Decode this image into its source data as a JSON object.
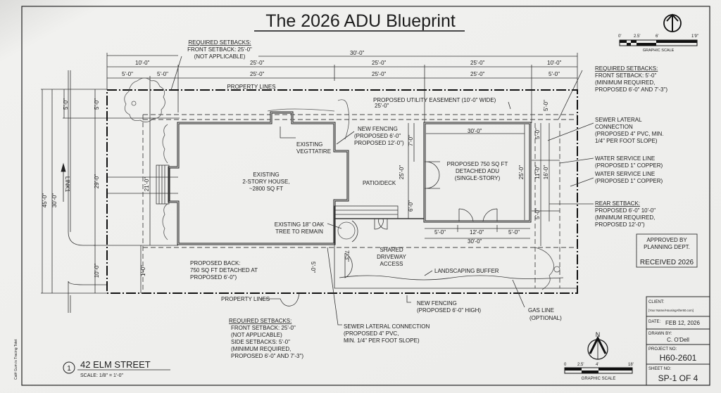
{
  "title": "The 2026 ADU Blueprint",
  "dimensions": {
    "overall_top": "30'-0\"",
    "top_row1": [
      "10'-0\"",
      "25'-0\"",
      "25'-0\"",
      "25'-0\"",
      "10'-0\""
    ],
    "top_row2": [
      "5'-0\"",
      "5'-0\"",
      "25'-0\"",
      "25'-0\"",
      "25'-0\"",
      "5'-0\""
    ],
    "left": [
      "45'-0\"",
      "30'-0\"",
      "5'-0\"",
      "5'-0\"",
      "29'-0\"",
      "10'-0\"",
      "21'-0\"",
      "1'-0\""
    ],
    "street_label": "LINK1",
    "easement": "25'-0\"",
    "adu_top": "30'-0\"",
    "adu_right": "25'-0\"",
    "adu_bottom": [
      "5'-0\"",
      "12'-0\"",
      "5'-0\""
    ],
    "adu_bottom_total": "30'-0\"",
    "adu_side_left": [
      "7'-0\"",
      "25'-0\"",
      "6'-0\""
    ],
    "adu_side_right": [
      "5'-0\"",
      "11'-0\"",
      "16'-0\"",
      "5'-0\"",
      "5'-0\""
    ],
    "patio": [
      "7'-3\"",
      "5'-0\""
    ]
  },
  "notes": {
    "setbacks_top": [
      "REQUIRED SETBACKS:",
      "FRONT SETBACK: 25'-0\"",
      "(NOT APPLICABLE)"
    ],
    "property_lines_top": "PROPERTY LINES",
    "utility_easement": "PROPOSED UTILITY EASEMENT (10'-0\" WIDE)",
    "setbacks_right": [
      "REQUIRED SETBACKS:",
      "FRONT SETBACK: 5'-0\"",
      "(MINIMUM REQUIRED,",
      "PROPOSED 6'-0\" AND 7'-3\")"
    ],
    "sewer_right": [
      "SEWER LATERAL",
      "CONNECTION",
      "(PROPOSED 4\" PVC, MIN.",
      "1/4\" PER FOOT SLOPE)"
    ],
    "water_1": [
      "WATER SERVICE LINE",
      "(PROPOSED 1\" COPPER)"
    ],
    "water_2": [
      "WATER SERVICE LINE",
      "(PROPOSED 1\" COPPER)"
    ],
    "rear_setback": [
      "REAR SETBACK:",
      "PROPOSED 6'-0\" 10'-0\"",
      "(MINIMUM REQUIRED,",
      "PROPOSED 12'-0\")"
    ],
    "house": [
      "EXISTING",
      "2-STORY HOUSE,",
      "~2800 SQ FT"
    ],
    "vegetation": [
      "EXISTING",
      "VEGTTATIRE"
    ],
    "new_fencing_top": [
      "NEW FENCING",
      "(PROPOSED 6'-0\"",
      "PROPOSED 12'-0\")"
    ],
    "patio": "PATIO/DECK",
    "oak": [
      "EXISTING 18\" OAK",
      "TREE TO REMAIN"
    ],
    "adu": [
      "PROPOSED 750 SQ FT",
      "DETACHED ADU",
      "(SINGLE-STORY)"
    ],
    "driveway": [
      "SHARED",
      "DRIVEWAY",
      "ACCESS"
    ],
    "landscaping": "LANDSCAPING BUFFER",
    "proposed_back": [
      "PROPOSED BACK:",
      "750 SQ FT DETACHED AT",
      "PROPOSED 6'-0\")"
    ],
    "property_lines_bottom": "PROPERTY LINES",
    "new_fencing_bottom": [
      "NEW FENCING",
      "(PROPOSED 6'-0\" HIGH)"
    ],
    "gas_line": [
      "GAS LINE",
      "(OPTIONAL)"
    ],
    "sewer_bottom": [
      "SEWER LATERAL CONNECTION",
      "(PROPOSED 4\" PVC,",
      "MIN. 1/4\" PER FOOT SLOPE)"
    ],
    "setbacks_bottom": [
      "REQUIRED SETBACKS:",
      "FRONT SETBACK: 25'-0\"",
      "(NOT APPLICABLE)",
      "SIDE SETBACKS: 5'-0\"",
      "(MINIMUM REQUIRED,",
      "PROPOSED 6'-0\" AND 7'-3\")"
    ],
    "margin_text": "Cat# Gum is Tracing Tstet"
  },
  "stamp": {
    "line1": "APPROVED BY",
    "line2": "PLANNING DEPT.",
    "line3": "RECEIVED 2026"
  },
  "scale_top": {
    "ticks": [
      "0'",
      "2.5'",
      "6'",
      "1'9\""
    ],
    "label": "GRAPHIC SCALE"
  },
  "scale_bottom": {
    "ticks": [
      "0",
      "2.5'",
      "4'",
      "18'"
    ],
    "label": "GRAPHIC SCALE",
    "north": "N"
  },
  "drawing_label": {
    "number": "1",
    "name": "42 ELM STREET",
    "scale": "SCALE: 1/8\" = 1'-0\""
  },
  "title_block": {
    "client_label": "CLIENT:",
    "client": "[Your Name/HousingAfter60.com]",
    "date_label": "DATE:",
    "date": "FEB 12, 2026",
    "drawn_label": "DRAWN BY:",
    "drawn": "C. O'Dell",
    "project_label": "PROJECT NO:",
    "project": "H60-2601",
    "sheet_label": "SHEET NO:",
    "sheet": "SP-1 OF 4"
  }
}
